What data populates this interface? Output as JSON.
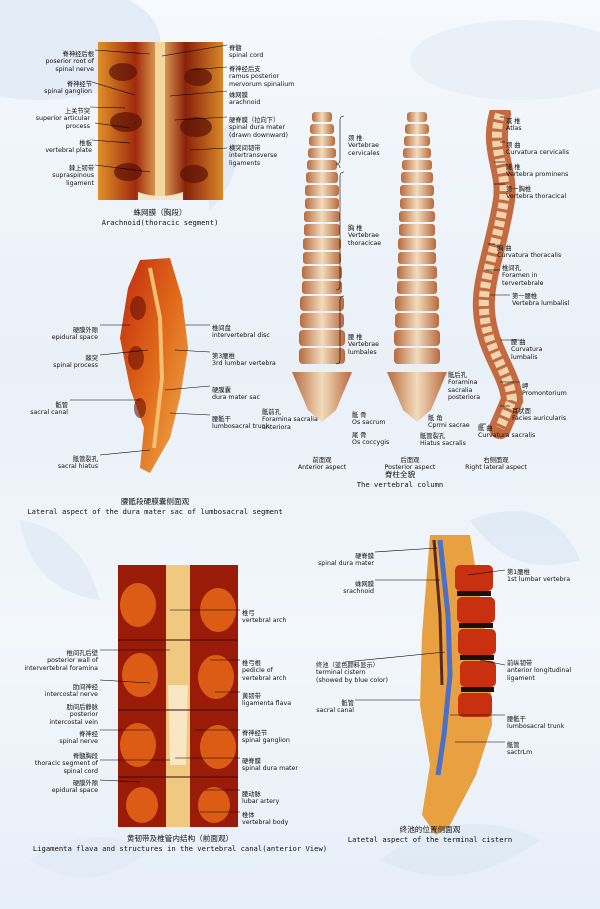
{
  "colors": {
    "background": "#eef3f9",
    "specimen_dark": "#7a1a08",
    "specimen_mid": "#c8401a",
    "specimen_light": "#f0a040",
    "bone": "#e9d2b0",
    "marker": "#000000"
  },
  "panels": {
    "arachnoid": {
      "caption_zh": "蛛网膜（胸段）",
      "caption_en": "Arachnoid(thoracic segment)",
      "labels": [
        {
          "zh": "脊神经后根",
          "en": "poserior root of\nspinal nerve"
        },
        {
          "zh": "脊神经节",
          "en": "spinal ganglion"
        },
        {
          "zh": "上关节突",
          "en": "superior articular\nprocess"
        },
        {
          "zh": "椎板",
          "en": "vertebral plate"
        },
        {
          "zh": "棘上韧带",
          "en": "supraspinous\nligament"
        },
        {
          "zh": "脊髓",
          "en": "spinal cord"
        },
        {
          "zh": "脊神经后支",
          "en": "ramus posterior\nmervorum spinalium"
        },
        {
          "zh": "蛛网膜",
          "en": "arachnoid"
        },
        {
          "zh": "硬脊膜（拉向下）",
          "en": "spinal dura mater\n(drawn downward)"
        },
        {
          "zh": "横突间韧带",
          "en": "intertransverse\nligaments"
        }
      ]
    },
    "column": {
      "caption_zh": "脊柱全貌",
      "caption_en": "The vertebral column",
      "view_labels": [
        {
          "zh": "前面观",
          "en": "Anterior aspect"
        },
        {
          "zh": "后面观",
          "en": "Posterior aspect"
        },
        {
          "zh": "右侧面观",
          "en": "Right lateral aspect"
        }
      ],
      "labels": [
        {
          "zh": "颈 椎",
          "en": "Vertebrae\ncervicales"
        },
        {
          "zh": "胸 椎",
          "en": "Vertebrae\nthoracicae"
        },
        {
          "zh": "腰 椎",
          "en": "Vertebrae\nlumbales"
        },
        {
          "zh": "骶前孔",
          "en": "Foramina sacralia\nanteriora"
        },
        {
          "zh": "骶 骨",
          "en": "Os sacrum"
        },
        {
          "zh": "尾 骨",
          "en": "Os coccygis"
        },
        {
          "zh": "骶后孔",
          "en": "Foramina\nsacralia\nposteriora"
        },
        {
          "zh": "骶 角",
          "en": "Cprmi sacrae"
        },
        {
          "zh": "骶管裂孔",
          "en": "Hiatus sacralis"
        },
        {
          "zh": "寰 椎",
          "en": "Atlas"
        },
        {
          "zh": "颈 曲",
          "en": "Curvatura cervicalis"
        },
        {
          "zh": "隆 椎",
          "en": "Vertebra prominens"
        },
        {
          "zh": "第一胸椎",
          "en": "Vertebra thoracical"
        },
        {
          "zh": "胸 曲",
          "en": "Curvatura thoracalis"
        },
        {
          "zh": "椎间孔",
          "en": "Foramen in\ntervertebrale"
        },
        {
          "zh": "第一腰椎",
          "en": "Vertebra lumbalisl"
        },
        {
          "zh": "腰 曲",
          "en": "Curvatura\nlumbalis"
        },
        {
          "zh": "岬",
          "en": "Promontorium"
        },
        {
          "zh": "耳状面",
          "en": "Facies auricularis"
        },
        {
          "zh": "骶 曲",
          "en": "Curvatura sacralis"
        }
      ]
    },
    "dura_sac": {
      "caption_zh": "腰骶段硬膜囊侧面观",
      "caption_en": "Lateral aspect of the dura mater sac of lumbosacral segment",
      "labels": [
        {
          "zh": "硬膜外隙",
          "en": "epidural space"
        },
        {
          "zh": "棘突",
          "en": "spinal process"
        },
        {
          "zh": "骶管",
          "en": "sacral canal"
        },
        {
          "zh": "骶管裂孔",
          "en": "sacral hiatus"
        },
        {
          "zh": "椎间盘",
          "en": "intervertebral disc"
        },
        {
          "zh": "第3腰椎",
          "en": "3rd lumbar vertebra"
        },
        {
          "zh": "硬膜囊",
          "en": "dura mater sac"
        },
        {
          "zh": "腰骶干",
          "en": "lumbosacral trunk"
        }
      ]
    },
    "ligamenta": {
      "caption_zh": "黄韧带及椎管内结构（前面观）",
      "caption_en": "Ligamenta flava and structures in the vertebral canal(anterior View)",
      "labels": [
        {
          "zh": "椎间孔后壁",
          "en": "posterior wall of\nintervertebral foramina"
        },
        {
          "zh": "肋间神经",
          "en": "intercostal nerve"
        },
        {
          "zh": "肋间后静脉",
          "en": "posterior\nintercostal vein"
        },
        {
          "zh": "脊神经",
          "en": "spinal nerve"
        },
        {
          "zh": "脊髓胸段",
          "en": "thoracic segment of\nspinal cord"
        },
        {
          "zh": "硬膜外隙",
          "en": "epidural space"
        },
        {
          "zh": "椎弓",
          "en": "vertebral arch"
        },
        {
          "zh": "椎弓根",
          "en": "pedicle of\nvertebral arch"
        },
        {
          "zh": "黄韧带",
          "en": "ligamenta flava"
        },
        {
          "zh": "脊神经节",
          "en": "spinal ganglion"
        },
        {
          "zh": "硬脊膜",
          "en": "spinal dura mater"
        },
        {
          "zh": "腰动脉",
          "en": "lubar artery"
        },
        {
          "zh": "椎体",
          "en": "vertebral body"
        }
      ]
    },
    "cistern": {
      "caption_zh": "终池的位置侧面观",
      "caption_en": "Latetal aspect of the terminal cistern",
      "labels": [
        {
          "zh": "硬脊膜",
          "en": "spinal dura mater"
        },
        {
          "zh": "蛛网膜",
          "en": "srachnoid"
        },
        {
          "zh": "终池（蓝色颜料显示）",
          "en": "terminal cistern\n(showed by blue color)"
        },
        {
          "zh": "骶管",
          "en": "sacral canal"
        },
        {
          "zh": "第1腰椎",
          "en": "1st lumbar vertebra"
        },
        {
          "zh": "前纵韧带",
          "en": "anterior longitudinal\nligament"
        },
        {
          "zh": "腰骶干",
          "en": "lumbosacral trunk"
        },
        {
          "zh": "骶管",
          "en": "sactrLm"
        }
      ]
    }
  }
}
